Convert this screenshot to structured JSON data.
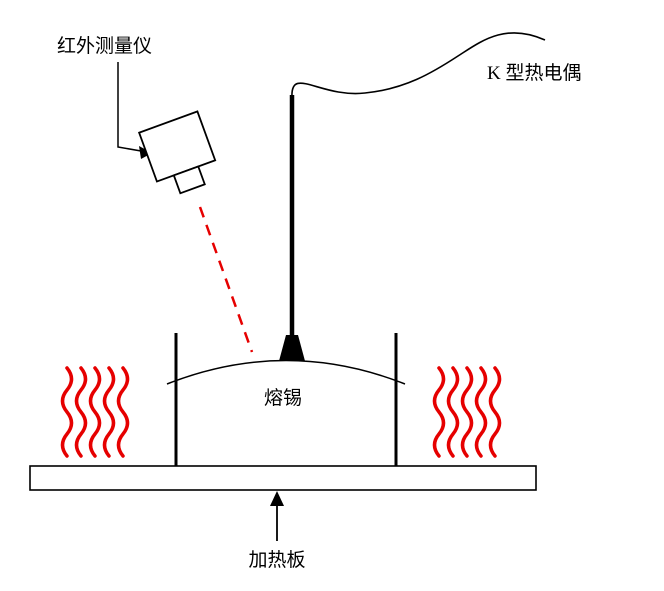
{
  "diagram": {
    "labels": {
      "infrared": "红外测量仪",
      "thermocouple": "K 型热电偶",
      "solder": "熔锡",
      "plate": "加热板"
    },
    "colors": {
      "heat": "#e60000",
      "laser": "#e60000",
      "ink": "#000000"
    }
  }
}
